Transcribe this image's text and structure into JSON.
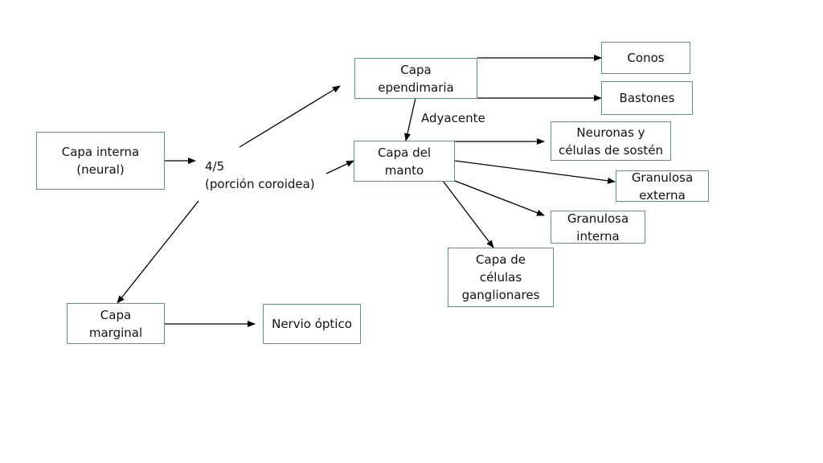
{
  "nodes": {
    "capa_interna": "Capa interna\n(neural)",
    "capa_ependimaria": "Capa\nependimaria",
    "capa_del_manto": "Capa del\nmanto",
    "capa_marginal": "Capa\nmarginal",
    "nervio_optico": "Nervio óptico",
    "conos": "Conos",
    "bastones": "Bastones",
    "neuronas": "Neuronas y\ncélulas de sostén",
    "granulosa_externa": "Granulosa\nexterna",
    "granulosa_interna": "Granulosa\ninterna",
    "ganglionares": "Capa de\ncélulas\nganglionares"
  },
  "labels": {
    "porcion": "4/5\n(porción coroidea)",
    "adyacente": "Adyacente"
  },
  "colors": {
    "box_border": "#5f8f8a",
    "arrow": "#000000"
  }
}
